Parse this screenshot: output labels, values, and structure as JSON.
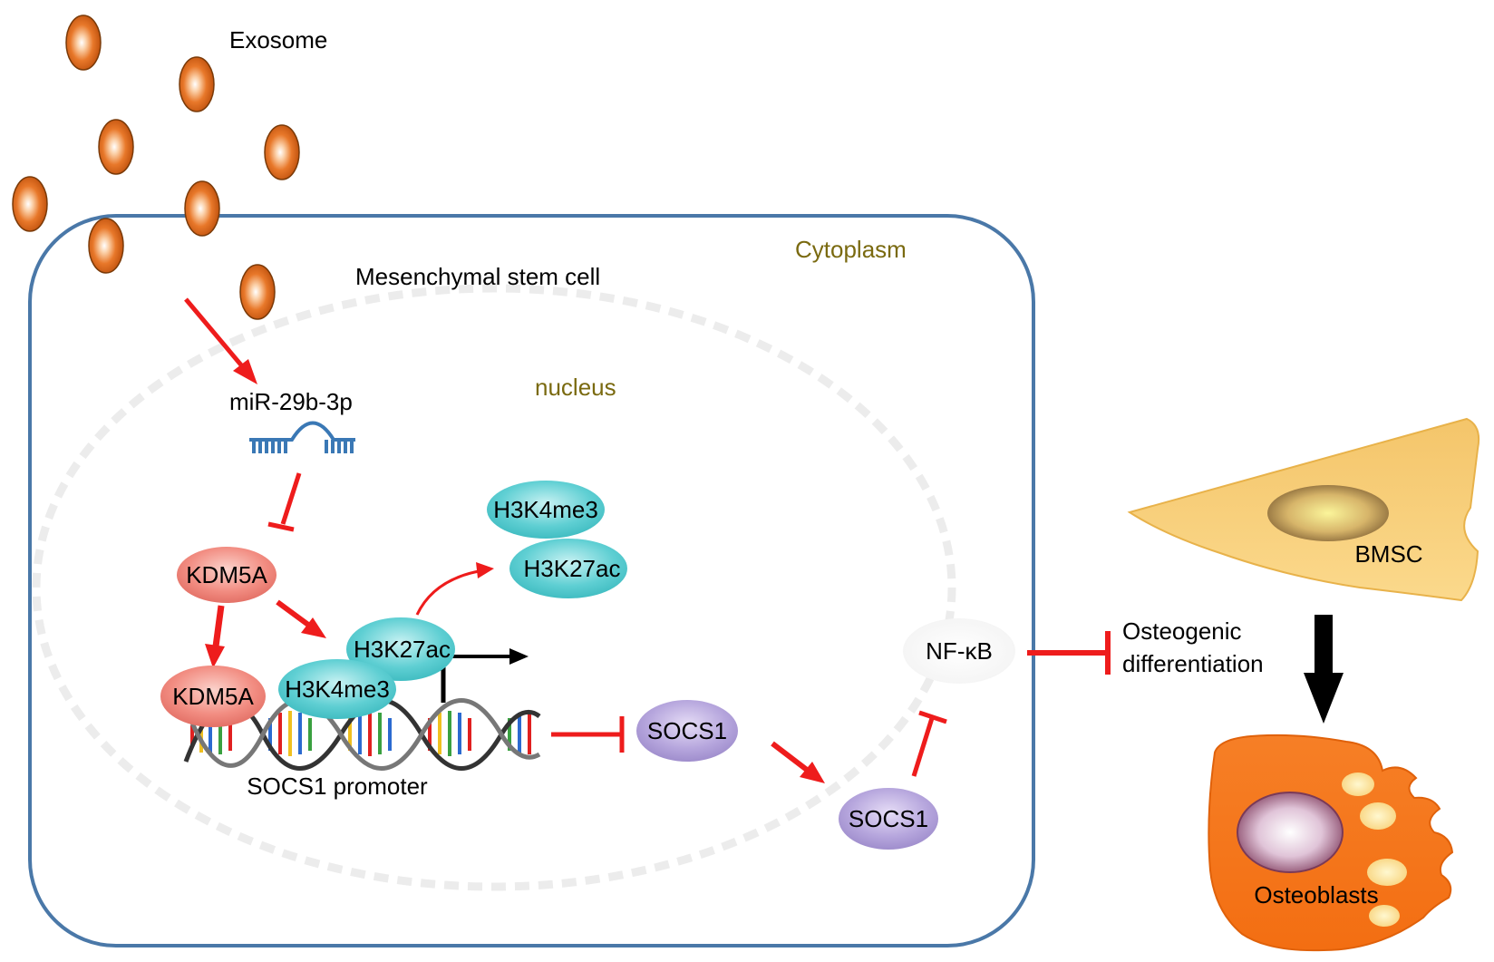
{
  "labels": {
    "exosome": "Exosome",
    "cell": "Mesenchymal stem cell",
    "cytoplasm": "Cytoplasm",
    "nucleus": "nucleus",
    "mirna": "miR-29b-3p",
    "kdm5a_free": "KDM5A",
    "kdm5a_bound": "KDM5A",
    "h3k4me3_free": "H3K4me3",
    "h3k27ac_free": "H3K27ac",
    "h3k27ac_bound": "H3K27ac",
    "h3k4me3_bound": "H3K4me3",
    "promoter": "SOCS1 promoter",
    "socs1_nuclear": "SOCS1",
    "socs1_cyto": "SOCS1",
    "nfkb": "NF-κB",
    "osteo_line1": "Osteogenic",
    "osteo_line2": "differentiation",
    "bmsc": "BMSC",
    "osteoblasts": "Osteoblasts"
  },
  "colors": {
    "exosome": "#e0701f",
    "cell_border": "#4a78a8",
    "inhibit_red": "#ee1c1c",
    "kdm5a": "#f08a80",
    "histone": "#5fcfd3",
    "socs1": "#b6a6dd",
    "mirna": "#3a78b5",
    "bmsc": "#f7c060",
    "osteoblast": "#f37a22"
  }
}
